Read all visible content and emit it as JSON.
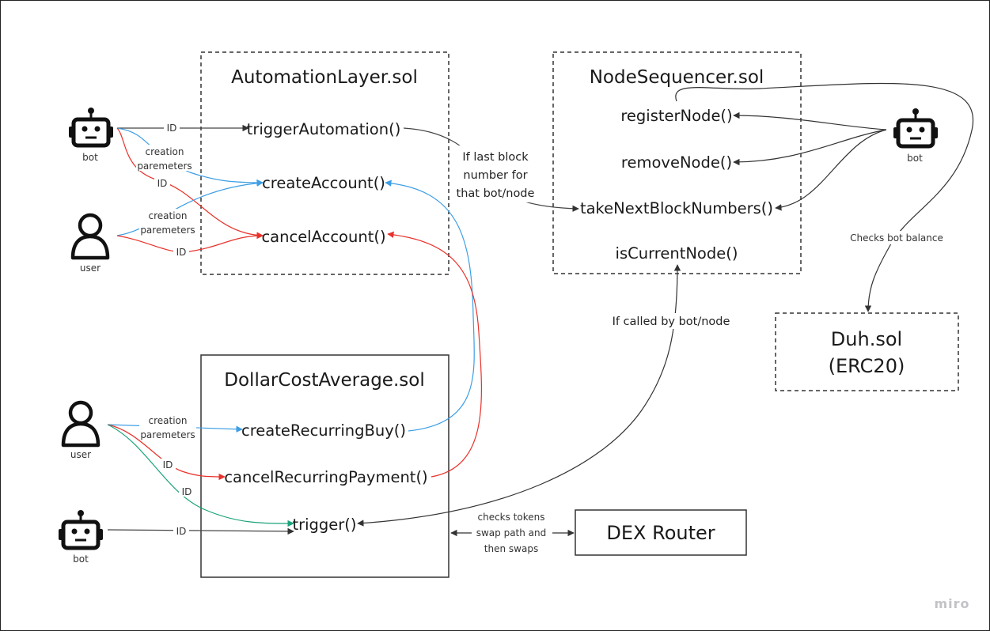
{
  "boxes": {
    "automation_layer": {
      "title": "AutomationLayer.sol",
      "functions": [
        "triggerAutomation()",
        "createAccount()",
        "cancelAccount()"
      ]
    },
    "node_sequencer": {
      "title": "NodeSequencer.sol",
      "functions": [
        "registerNode()",
        "removeNode()",
        "takeNextBlockNumbers()",
        "isCurrentNode()"
      ]
    },
    "duh": {
      "title": "Duh.sol",
      "subtitle": "(ERC20)"
    },
    "dca": {
      "title": "DollarCostAverage.sol",
      "functions": [
        "createRecurringBuy()",
        "cancelRecurringPayment()",
        "trigger()"
      ]
    },
    "dex_router": {
      "title": "DEX Router"
    }
  },
  "actors": {
    "bot_top_left": "bot",
    "user_top_left": "user",
    "bot_right": "bot",
    "user_bottom_left": "user",
    "bot_bottom_left": "bot"
  },
  "edge_labels": {
    "bot_id_trigger": "ID",
    "bot_creation_1": "creation",
    "bot_creation_2": "paremeters",
    "bot_id_cancel": "ID",
    "user_creation_1": "creation",
    "user_creation_2": "paremeters",
    "user_id_cancel": "ID",
    "last_block_1": "If last block",
    "last_block_2": "number for",
    "last_block_3": "that bot/node",
    "checks_balance": "Checks bot balance",
    "called_by": "If called by bot/node",
    "dca_creation_1": "creation",
    "dca_creation_2": "paremeters",
    "dca_id_cancel": "ID",
    "dca_id_trigger": "ID",
    "bot2_id": "ID",
    "dex_1": "checks tokens",
    "dex_2": "swap path and",
    "dex_3": "then swaps"
  },
  "colors": {
    "blue": "#3d9ee4",
    "red": "#e8322b",
    "green": "#1aa37a",
    "black": "#333333"
  },
  "watermark": "miro"
}
